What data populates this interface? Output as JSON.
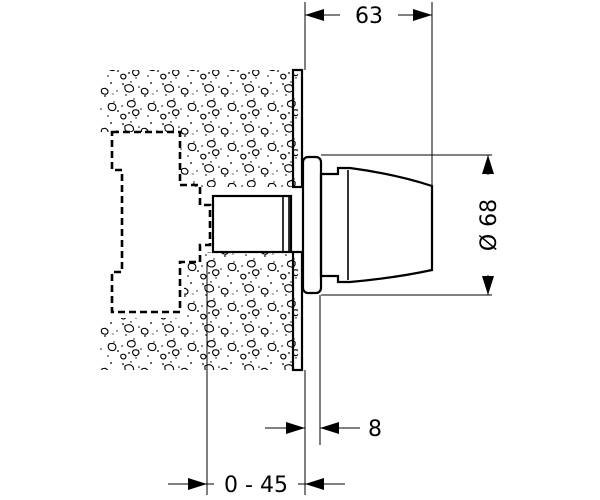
{
  "dimensions": {
    "top_width": "63",
    "diameter": "Ø 68",
    "plate_thickness": "8",
    "installation_depth": "0 - 45"
  }
}
